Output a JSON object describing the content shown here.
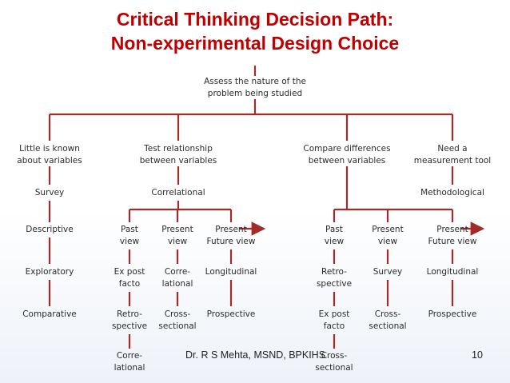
{
  "slide": {
    "title_line1": "Critical Thinking Decision Path:",
    "title_line2": "Non-experimental Design Choice",
    "footer_author": "Dr. R S Mehta, MSND, BPKIHS",
    "page_number": "10"
  },
  "nodes": {
    "root": [
      "Assess the nature of the",
      "problem being studied"
    ],
    "little": [
      "Little is known",
      "about variables"
    ],
    "test": [
      "Test relationship",
      "between variables"
    ],
    "compare": [
      "Compare differences",
      "between variables"
    ],
    "need": [
      "Need a",
      "measurement tool"
    ],
    "survey1": [
      "Survey"
    ],
    "descriptive": [
      "Descriptive"
    ],
    "exploratory": [
      "Exploratory"
    ],
    "comparative": [
      "Comparative"
    ],
    "correlational": [
      "Correlational"
    ],
    "past1": [
      "Past",
      "view"
    ],
    "present1": [
      "Present",
      "view"
    ],
    "presfut1": [
      "Present",
      "Future view"
    ],
    "expost1": [
      "Ex post",
      "facto"
    ],
    "correl_a": [
      "Corre-",
      "lational"
    ],
    "longit1": [
      "Longitudinal"
    ],
    "retro1": [
      "Retro-",
      "spective"
    ],
    "cross1": [
      "Cross-",
      "sectional"
    ],
    "prosp1": [
      "Prospective"
    ],
    "correl_b": [
      "Corre-",
      "lational"
    ],
    "past2": [
      "Past",
      "view"
    ],
    "present2": [
      "Present",
      "view"
    ],
    "presfut2": [
      "Present",
      "Future view"
    ],
    "retro2": [
      "Retro-",
      "spective"
    ],
    "survey2": [
      "Survey"
    ],
    "longit2": [
      "Longitudinal"
    ],
    "expost2": [
      "Ex post",
      "facto"
    ],
    "cross2": [
      "Cross-",
      "sectional"
    ],
    "prosp2": [
      "Prospective"
    ],
    "cross3": [
      "Cross-",
      "sectional"
    ],
    "methodological": [
      "Methodological"
    ]
  },
  "colors": {
    "title": "#c00000",
    "connector": "#a52a2a",
    "text": "#2b2b2b"
  }
}
